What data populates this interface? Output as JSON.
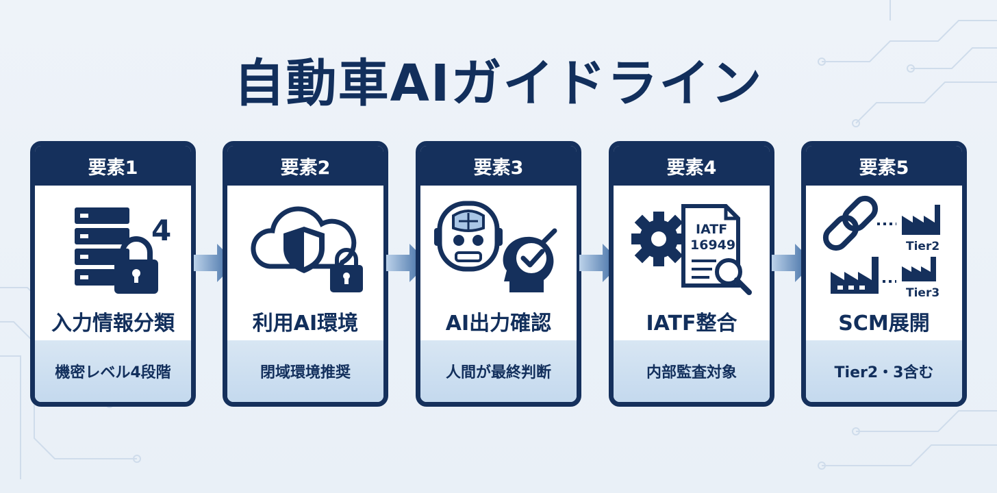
{
  "title": "自動車AIガイドライン",
  "elements": [
    {
      "label": "要素1",
      "icon": "server-lock-icon",
      "badge": "4",
      "title": "入力情報分類",
      "note": "機密レベル4段階"
    },
    {
      "label": "要素2",
      "icon": "cloud-shield-lock-icon",
      "title": "利用AI環境",
      "note": "閉域環境推奨"
    },
    {
      "label": "要素3",
      "icon": "robot-human-check-icon",
      "title": "AI出力確認",
      "note": "人間が最終判断"
    },
    {
      "label": "要素4",
      "icon": "gear-document-search-icon",
      "doc_line1": "IATF",
      "doc_line2": "16949",
      "title": "IATF整合",
      "note": "内部監査対象"
    },
    {
      "label": "要素5",
      "icon": "chain-factory-icon",
      "tier_a": "Tier2",
      "tier_b": "Tier3",
      "title": "SCM展開",
      "note": "Tier2・3含む"
    }
  ],
  "colors": {
    "navy": "#15305c",
    "foot": "#c9dcef",
    "arrow": "#2f5f9a"
  }
}
